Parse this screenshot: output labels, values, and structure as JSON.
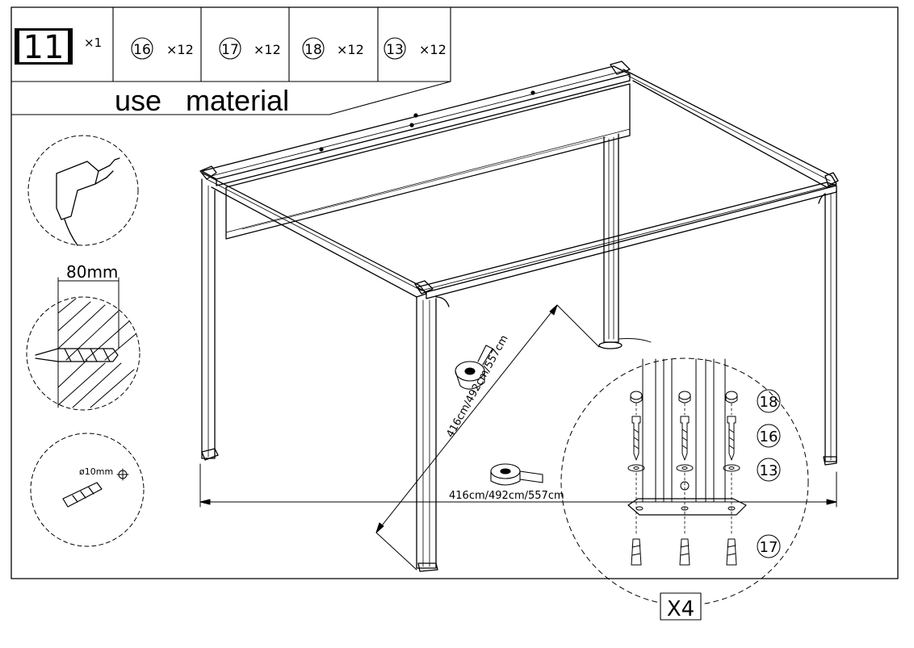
{
  "step": {
    "number": "11",
    "qty": "×1"
  },
  "parts": [
    {
      "id": "16",
      "qty": "×12"
    },
    {
      "id": "17",
      "qty": "×12"
    },
    {
      "id": "18",
      "qty": "×12"
    },
    {
      "id": "13",
      "qty": "×12"
    }
  ],
  "use_material": "use   material",
  "drill_depth": "80mm",
  "anchor_diameter": "ø10mm",
  "dimensions": {
    "diagonal": "416cm/492cm/557cm",
    "width": "416cm/492cm/557cm"
  },
  "callout_parts": {
    "a": "18",
    "b": "16",
    "c": "13",
    "d": "17"
  },
  "multiplier": "X4"
}
